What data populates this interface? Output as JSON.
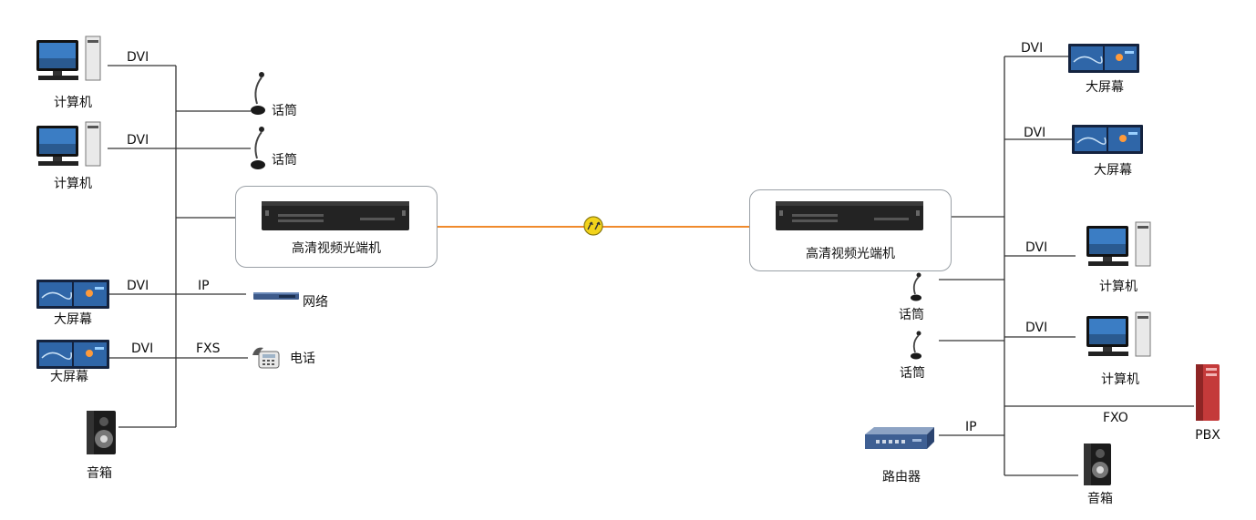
{
  "left": {
    "computer_1": "计算机",
    "computer_2": "计算机",
    "mic_1": "话筒",
    "mic_2": "话筒",
    "screen_1": "大屏幕",
    "screen_2": "大屏幕",
    "network": "网络",
    "phone": "电话",
    "speaker": "音箱",
    "dvi_1": "DVI",
    "dvi_2": "DVI",
    "dvi_3": "DVI",
    "dvi_4": "DVI",
    "ip": "IP",
    "fxs": "FXS",
    "transceiver": "高清视频光端机"
  },
  "right": {
    "screen_1": "大屏幕",
    "screen_2": "大屏幕",
    "computer_1": "计算机",
    "computer_2": "计算机",
    "mic_1": "话筒",
    "mic_2": "话筒",
    "router": "路由器",
    "speaker": "音箱",
    "pbx": "PBX",
    "dvi_1": "DVI",
    "dvi_2": "DVI",
    "dvi_3": "DVI",
    "dvi_4": "DVI",
    "ip": "IP",
    "fxo": "FXO",
    "transceiver": "高清视频光端机"
  },
  "colors": {
    "fiber": "#f08a2c",
    "line": "#333333",
    "box_border": "#9aa0a6",
    "connector": "#f2d31b"
  },
  "icons": {
    "computer": "computer-icon",
    "microphone": "microphone-icon",
    "screen": "video-wall-icon",
    "switch": "network-switch-icon",
    "phone": "telephone-icon",
    "speaker": "speaker-icon",
    "router": "router-icon",
    "pbx": "pbx-server-icon",
    "transceiver": "optical-transceiver-icon",
    "connector": "fiber-connector-icon"
  }
}
